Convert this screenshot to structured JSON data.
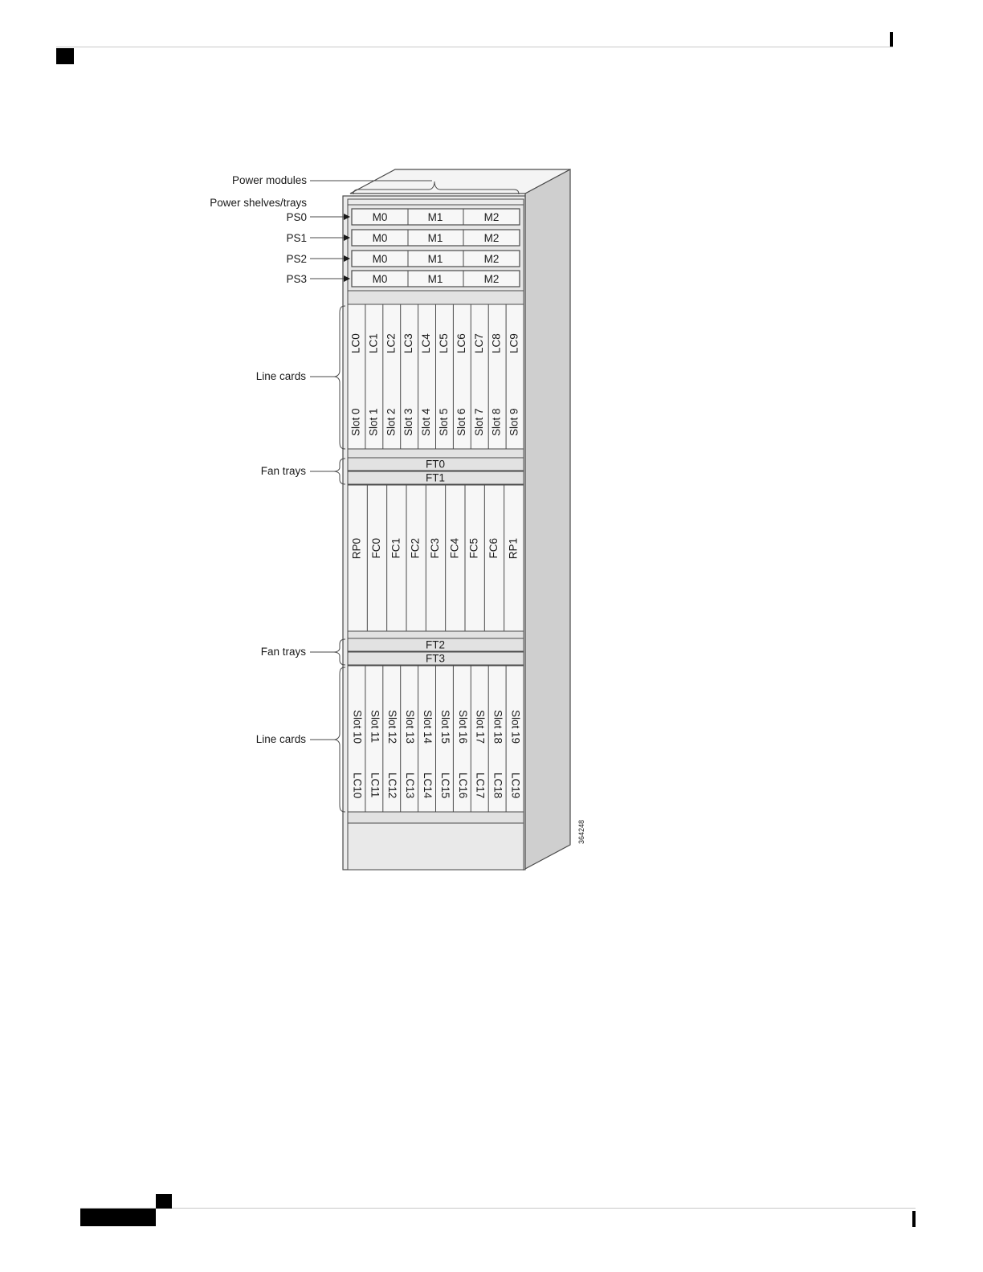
{
  "labels": {
    "power_modules": "Power modules",
    "power_shelves": "Power shelves/trays",
    "line_cards_top": "Line cards",
    "fan_trays_top": "Fan trays",
    "fan_trays_bottom": "Fan trays",
    "line_cards_bottom": "Line cards",
    "figure_id": "364248"
  },
  "power_shelves": [
    {
      "name": "PS0",
      "modules": [
        "M0",
        "M1",
        "M2"
      ]
    },
    {
      "name": "PS1",
      "modules": [
        "M0",
        "M1",
        "M2"
      ]
    },
    {
      "name": "PS2",
      "modules": [
        "M0",
        "M1",
        "M2"
      ]
    },
    {
      "name": "PS3",
      "modules": [
        "M0",
        "M1",
        "M2"
      ]
    }
  ],
  "line_cards_upper": [
    {
      "card": "LC0",
      "slot": "Slot 0"
    },
    {
      "card": "LC1",
      "slot": "Slot 1"
    },
    {
      "card": "LC2",
      "slot": "Slot 2"
    },
    {
      "card": "LC3",
      "slot": "Slot 3"
    },
    {
      "card": "LC4",
      "slot": "Slot 4"
    },
    {
      "card": "LC5",
      "slot": "Slot 5"
    },
    {
      "card": "LC6",
      "slot": "Slot 6"
    },
    {
      "card": "LC7",
      "slot": "Slot 7"
    },
    {
      "card": "LC8",
      "slot": "Slot 8"
    },
    {
      "card": "LC9",
      "slot": "Slot 9"
    }
  ],
  "fan_trays_upper": [
    "FT0",
    "FT1"
  ],
  "fabric_cards": [
    "RP0",
    "FC0",
    "FC1",
    "FC2",
    "FC3",
    "FC4",
    "FC5",
    "FC6",
    "RP1"
  ],
  "fan_trays_lower": [
    "FT2",
    "FT3"
  ],
  "line_cards_lower": [
    {
      "card": "LC10",
      "slot": "Slot 10"
    },
    {
      "card": "LC11",
      "slot": "Slot 11"
    },
    {
      "card": "LC12",
      "slot": "Slot 12"
    },
    {
      "card": "LC13",
      "slot": "Slot 13"
    },
    {
      "card": "LC14",
      "slot": "Slot 14"
    },
    {
      "card": "LC15",
      "slot": "Slot 15"
    },
    {
      "card": "LC16",
      "slot": "Slot 16"
    },
    {
      "card": "LC17",
      "slot": "Slot 17"
    },
    {
      "card": "LC18",
      "slot": "Slot 18"
    },
    {
      "card": "LC19",
      "slot": "Slot 19"
    }
  ],
  "colors": {
    "chassis_front": "#ebebeb",
    "chassis_side": "#cfcfcf",
    "chassis_top": "#f4f4f4",
    "panel": "#f7f7f7",
    "tray": "#e2e2e2",
    "outline": "#4a4a4a"
  }
}
